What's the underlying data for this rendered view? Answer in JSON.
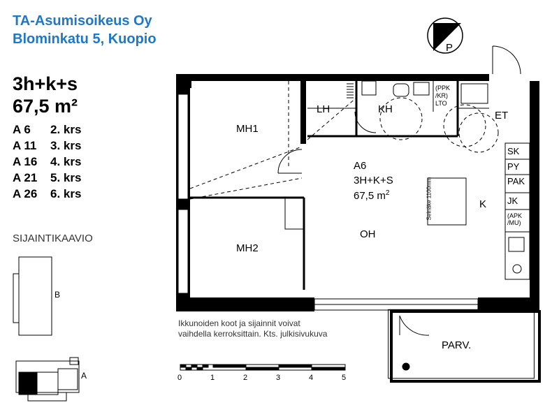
{
  "header": {
    "company": "TA-Asumisoikeus Oy",
    "address": "Blominkatu 5, Kuopio"
  },
  "apartment_summary": {
    "type": "3h+k+s",
    "area": "67,5 m²"
  },
  "apartments": [
    {
      "id": "A 6",
      "floor": "2. krs"
    },
    {
      "id": "A 11",
      "floor": "3. krs"
    },
    {
      "id": "A 16",
      "floor": "4. krs"
    },
    {
      "id": "A 21",
      "floor": "5. krs"
    },
    {
      "id": "A 26",
      "floor": "6. krs"
    }
  ],
  "location_heading": "SIJAINTIKAAVIO",
  "location_labels": {
    "b": "B",
    "a": "A"
  },
  "compass_label": "P",
  "plan": {
    "rooms": {
      "mh1": "MH1",
      "mh2": "MH2",
      "lh": "LH",
      "kh": "KH",
      "et": "ET",
      "oh": "OH",
      "k": "K",
      "parv": "PARV."
    },
    "center_id": "A6",
    "center_type": "3H+K+S",
    "center_area": "67,5 m",
    "center_area_sup": "2",
    "partition_note": "Seinäke 1100mm",
    "fixtures": {
      "sk": "SK",
      "py": "PY",
      "pak": "PAK",
      "jk": "JK",
      "apk": "(APK",
      "mu": "/MU)",
      "ppk": "(PPK",
      "kr": "/KR)",
      "lto": "LTO"
    }
  },
  "notes": {
    "line1": "Ikkunoiden koot ja sijainnit voivat",
    "line2": "vaihdella kerroksittain. Kts. julkisivukuva"
  },
  "scale": {
    "ticks": [
      "0",
      "1",
      "2",
      "3",
      "4",
      "5"
    ]
  }
}
